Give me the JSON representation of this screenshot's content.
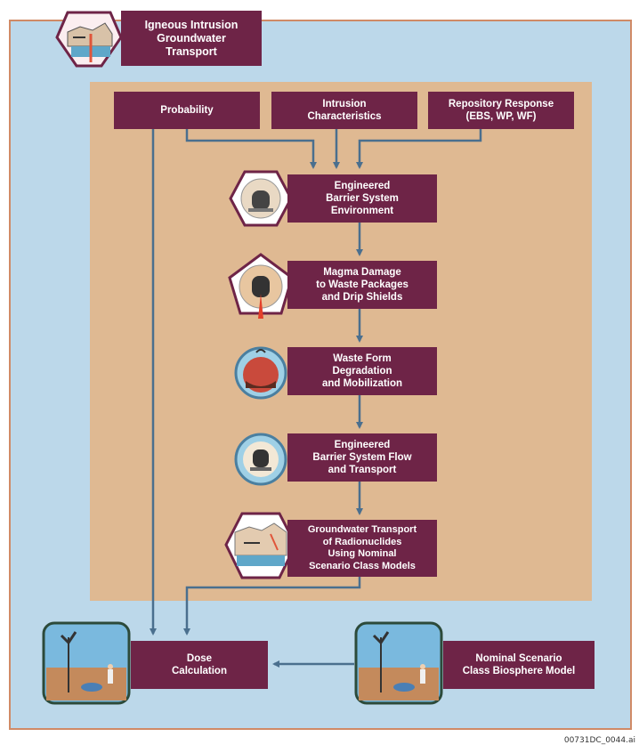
{
  "title": "Igneous Intrusion\nGroundwater\nTransport",
  "inputs": {
    "probability": "Probability",
    "intrusion": "Intrusion\nCharacteristics",
    "repository": "Repository Response\n(EBS, WP, WF)"
  },
  "steps": [
    "Engineered\nBarrier System\nEnvironment",
    "Magma Damage\nto Waste Packages\nand Drip Shields",
    "Waste Form\nDegradation\nand Mobilization",
    "Engineered\nBarrier System Flow\nand Transport",
    "Groundwater Transport\nof Radionuclides\nUsing Nominal\nScenario Class Models"
  ],
  "dose": "Dose\nCalculation",
  "biosphere": "Nominal Scenario\nClass Biosphere Model",
  "footnote": "00731DC_0044.ai",
  "colors": {
    "box": "#6e2447",
    "outer_bg": "#bcd8ea",
    "inner_bg": "#dfb992",
    "arrow": "#4a6f8e",
    "border": "#d08a66"
  }
}
